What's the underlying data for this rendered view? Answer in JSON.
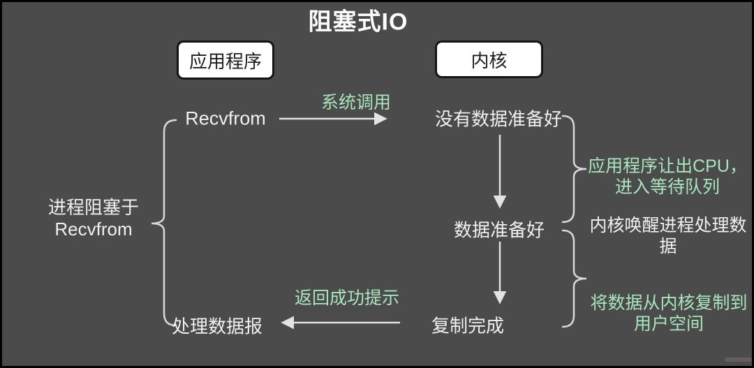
{
  "title": "阻塞式IO",
  "colors": {
    "background": "#4b4b4b",
    "accent_green": "#a8e6bd",
    "text_white": "#f0f0f0",
    "box_fill": "#ffffff",
    "box_border": "#141414",
    "line": "#dcdcdc"
  },
  "boxes": {
    "application": "应用程序",
    "kernel": "内核"
  },
  "nodes": {
    "recvfrom": "Recvfrom",
    "no_data_ready": "没有数据准备好",
    "data_ready": "数据准备好",
    "copy_complete": "复制完成",
    "process_datagram": "处理数据报"
  },
  "edge_labels": {
    "system_call": "系统调用",
    "return_success": "返回成功提示"
  },
  "annotations": {
    "blocked": {
      "line1": "进程阻塞于",
      "line2": "Recvfrom"
    },
    "yield_cpu": {
      "line1": "应用程序让出CPU，",
      "line2": "进入等待队列"
    },
    "kernel_wake": {
      "line1": "内核唤醒进程处理数",
      "line2": "据"
    },
    "copy_to_user": {
      "line1": "将数据从内核复制到",
      "line2": "用户空间"
    }
  }
}
